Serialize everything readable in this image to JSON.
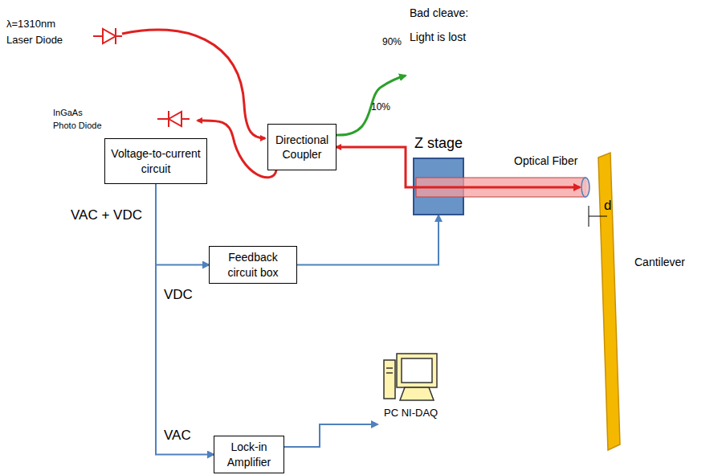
{
  "diagram": {
    "nodes": [
      {
        "text": [
          "Directional Coupler"
        ]
      },
      {
        "text": [
          "Voltage-to-current circuit"
        ]
      },
      {
        "text": [
          "Z stage"
        ]
      },
      {
        "text": [
          "Feedback circuit box"
        ]
      },
      {
        "text": [
          "Lock-in Amplifier"
        ]
      }
    ],
    "edges": [
      {
        "from": 2,
        "to": 0,
        "arrow": "to"
      },
      {
        "from": 1,
        "to": 3,
        "arrow": "to"
      },
      {
        "from": 3,
        "to": 2,
        "arrow": "to"
      },
      {
        "from": 1,
        "to": 4,
        "arrow": "to"
      }
    ],
    "labels": [
      "λ=1310nm",
      "Laser Diode",
      "Bad cleave:",
      "Light is lost",
      "90%",
      "10%",
      "InGaAs",
      "Photo Diode",
      "VAC + VDC",
      "VDC",
      "VAC",
      "PC NI-DAQ",
      "Optical Fiber",
      "d",
      "Cantilever"
    ]
  }
}
